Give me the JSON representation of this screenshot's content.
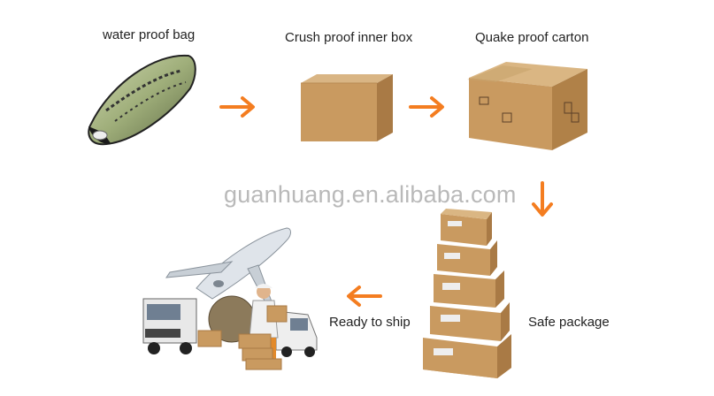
{
  "steps": {
    "step1_label": "water proof bag",
    "step2_label": "Crush proof inner box",
    "step3_label": "Quake proof carton",
    "step4_label": "Safe package",
    "step5_label": "Ready to ship"
  },
  "watermark": "guanhuang.en.alibaba.com",
  "colors": {
    "arrow": "#f47d20",
    "carton": "#c99a60",
    "carton_dark": "#a97a45",
    "watermark": "#b9b9b9"
  },
  "icons": [
    "bag-image",
    "arrow-right-icon",
    "inner-box-image",
    "carton-image",
    "arrow-down-icon",
    "stack-image",
    "arrow-left-icon",
    "shipping-image"
  ]
}
